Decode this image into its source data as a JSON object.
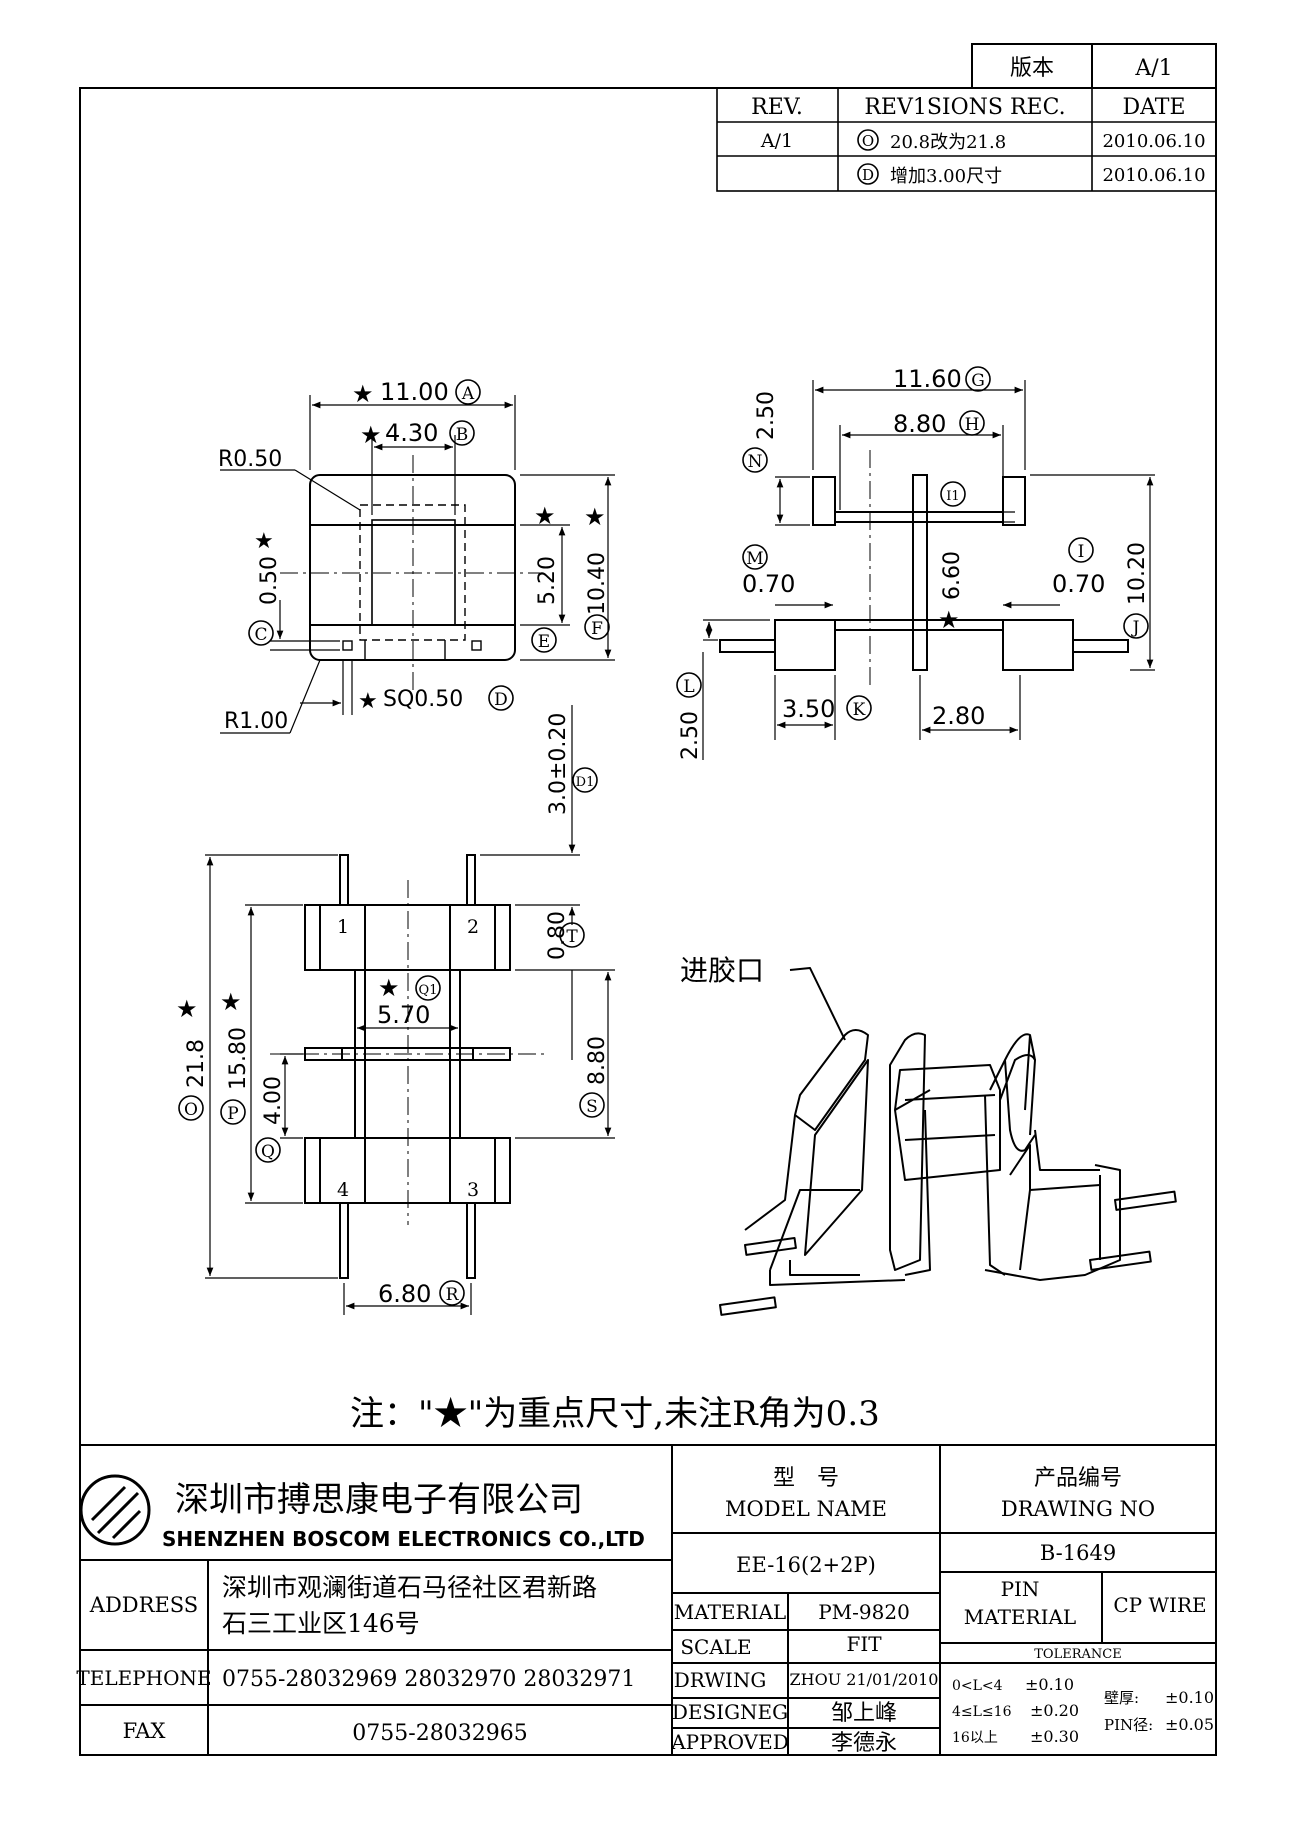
{
  "version_box": {
    "label": "版本",
    "value": "A/1"
  },
  "revisions": {
    "headers": {
      "rev": "REV.",
      "rec": "REV1SIONS REC.",
      "date": "DATE"
    },
    "rows": [
      {
        "rev": "A/1",
        "marker": "O",
        "text": "20.8改为21.8",
        "date": "2010.06.10"
      },
      {
        "rev": "",
        "marker": "D",
        "text": "增加3.00尺寸",
        "date": "2010.06.10"
      }
    ]
  },
  "top_view": {
    "dim_a": {
      "value": "11.00",
      "marker": "A"
    },
    "dim_b": {
      "value": "4.30",
      "marker": "B"
    },
    "r050": "R0.50",
    "r100": "R1.00",
    "dim_c": {
      "value": "0.50",
      "marker": "C"
    },
    "dim_e": {
      "value": "5.20",
      "marker": "E"
    },
    "dim_f": {
      "value": "10.40",
      "marker": "F"
    },
    "dim_d": {
      "value": "SQ0.50",
      "marker": "D"
    }
  },
  "side_view": {
    "dim_g": {
      "value": "11.60",
      "marker": "G"
    },
    "dim_h": {
      "value": "8.80",
      "marker": "H"
    },
    "dim_n": {
      "value": "2.50",
      "marker": "N"
    },
    "dim_i1": {
      "marker": "I1"
    },
    "dim_i": {
      "value": "0.70",
      "marker": "I"
    },
    "dim_m": {
      "value": "0.70",
      "marker": "M"
    },
    "dim_660": "6.60",
    "dim_j": {
      "value": "10.20",
      "marker": "J"
    },
    "dim_l": {
      "value": "2.50",
      "marker": "L"
    },
    "dim_k": {
      "value": "3.50",
      "marker": "K"
    },
    "dim_280": "2.80"
  },
  "front_view": {
    "dim_d1": {
      "value": "3.0±0.20",
      "marker": "D1"
    },
    "dim_t": {
      "value": "0.80",
      "marker": "T"
    },
    "dim_q1": {
      "marker": "Q1"
    },
    "dim_570": "5.70",
    "dim_s": {
      "value": "8.80",
      "marker": "S"
    },
    "dim_o": {
      "value": "21.8",
      "marker": "O"
    },
    "dim_p": {
      "value": "15.80",
      "marker": "P"
    },
    "dim_q": {
      "value": "4.00",
      "marker": "Q"
    },
    "dim_r": {
      "value": "6.80",
      "marker": "R"
    },
    "pins": [
      "1",
      "2",
      "3",
      "4"
    ]
  },
  "iso_label": "进胶口",
  "note": "注：\"★\"为重点尺寸,未注R角为0.3",
  "title_block": {
    "company_cn": "深圳市搏思康电子有限公司",
    "company_en": "SHENZHEN BOSCOM ELECTRONICS CO.,LTD",
    "model_label_cn": "型　号",
    "model_label_en": "MODEL NAME",
    "model_value": "EE-16(2+2P)",
    "drawing_label_cn": "产品编号",
    "drawing_label_en": "DRAWING NO",
    "drawing_value": "B-1649",
    "address_label": "ADDRESS",
    "address_line1": "深圳市观澜街道石马径社区君新路",
    "address_line2": "石三工业区146号",
    "telephone_label": "TELEPHONE",
    "telephone_value": "0755-28032969 28032970 28032971",
    "fax_label": "FAX",
    "fax_value": "0755-28032965",
    "material_label": "MATERIAL",
    "material_value": "PM-9820",
    "scale_label": "SCALE",
    "scale_value": "FIT",
    "drwing_label": "DRWING",
    "drwing_value": "ZHOU 21/01/2010",
    "designeg_label": "DESIGNEG",
    "designeg_value": "邹上峰",
    "approved_label": "APPROVED",
    "approved_value": "李德永",
    "pin_material_label1": "PIN",
    "pin_material_label2": "MATERIAL",
    "pin_material_value": "CP WIRE",
    "tolerance_label": "TOLERANCE",
    "tol_rows": [
      {
        "range": "0<L<4",
        "value": "±0.10"
      },
      {
        "range": "4≤L≤16",
        "value": "±0.20"
      },
      {
        "range": "16以上",
        "value": "±0.30"
      }
    ],
    "wall_label": "壁厚:",
    "wall_value": "±0.10",
    "pin_dia_label": "PIN径:",
    "pin_dia_value": "±0.05"
  }
}
